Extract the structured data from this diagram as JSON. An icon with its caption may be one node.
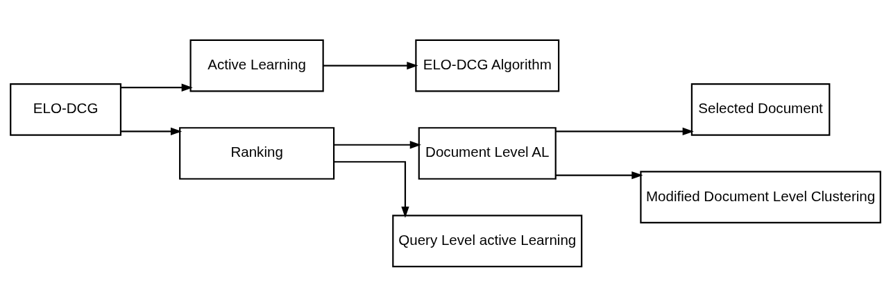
{
  "diagram": {
    "nodes": [
      {
        "text": [
          "ELO-DCG"
        ]
      },
      {
        "text": [
          "Active Learning"
        ]
      },
      {
        "text": [
          "ELO-DCG Algorithm"
        ]
      },
      {
        "text": [
          "Ranking"
        ]
      },
      {
        "text": [
          "Document Level AL"
        ]
      },
      {
        "text": [
          "Query Level active Learning"
        ]
      },
      {
        "text": [
          "Selected Document"
        ]
      },
      {
        "text": [
          "Modified Document Level Clustering"
        ]
      }
    ],
    "edges": [
      {
        "from": 0,
        "to": 1,
        "arrow": "to"
      },
      {
        "from": 0,
        "to": 3,
        "arrow": "to"
      },
      {
        "from": 1,
        "to": 2,
        "arrow": "to"
      },
      {
        "from": 3,
        "to": 4,
        "arrow": "to"
      },
      {
        "from": 3,
        "to": 5,
        "arrow": "to"
      },
      {
        "from": 4,
        "to": 6,
        "arrow": "to"
      },
      {
        "from": 4,
        "to": 7,
        "arrow": "to"
      }
    ]
  }
}
